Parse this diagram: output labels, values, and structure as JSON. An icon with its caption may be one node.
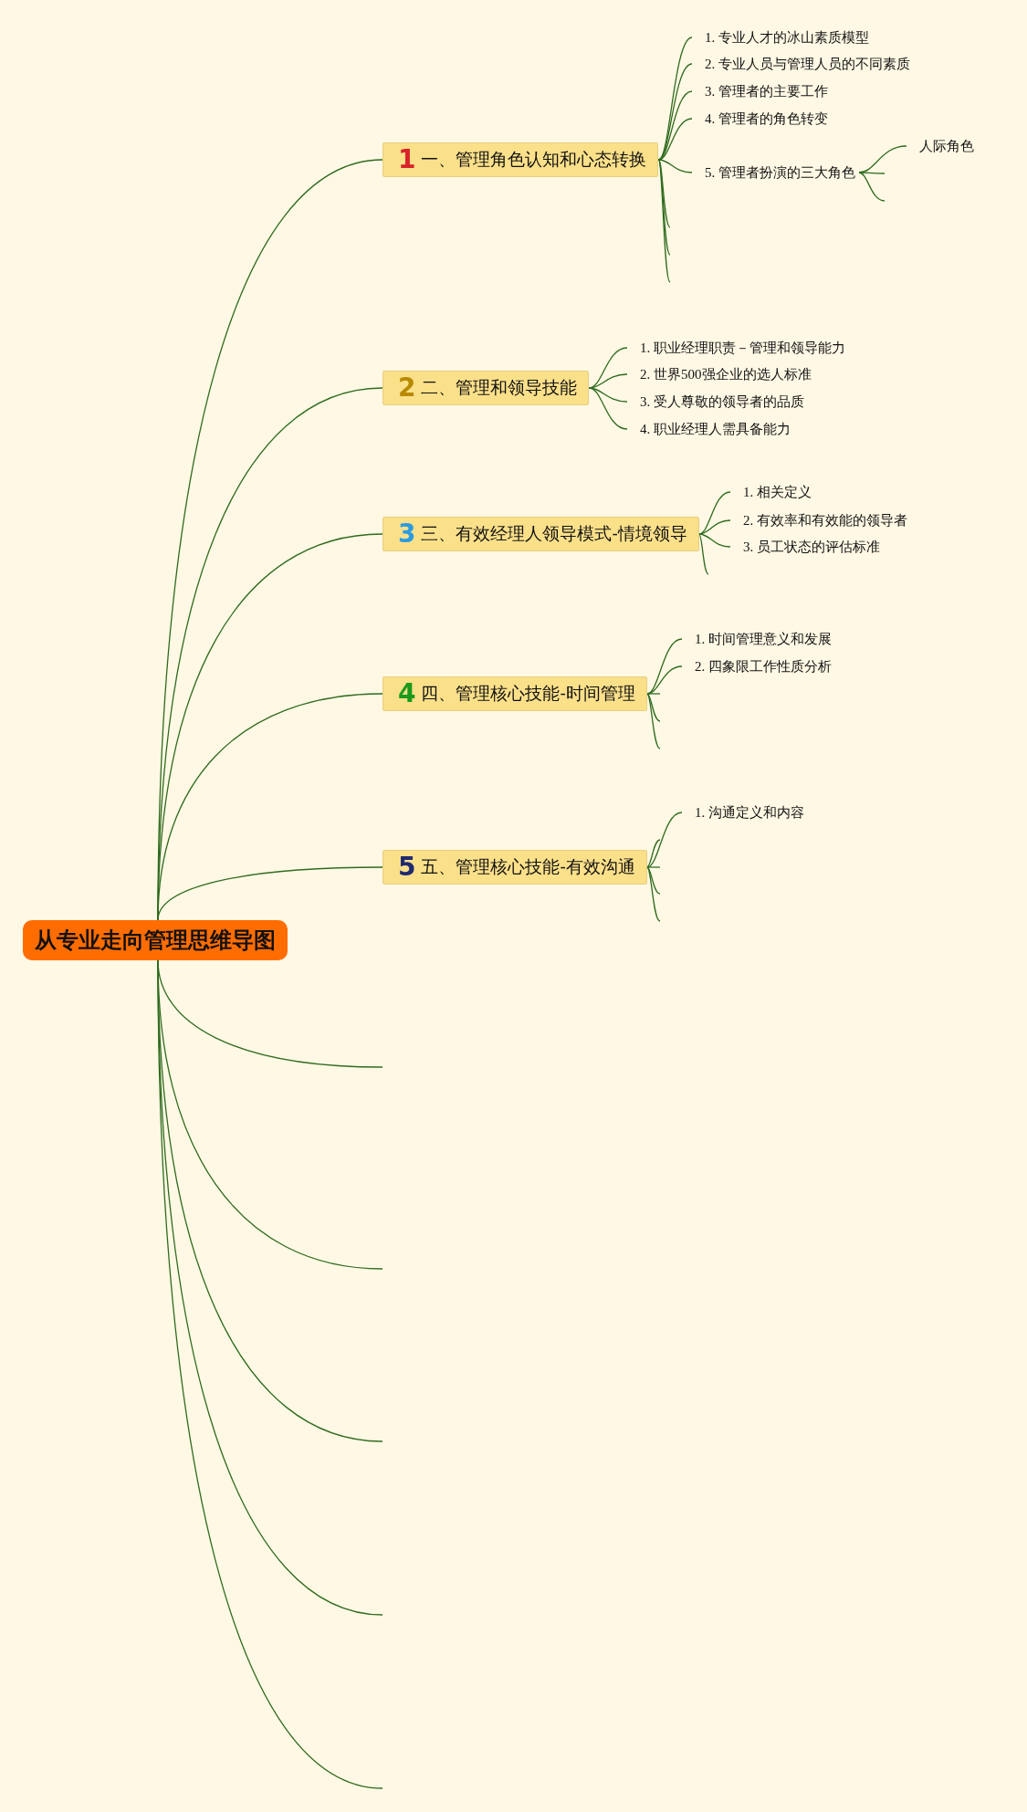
{
  "diagram": {
    "nodes": [
      {
        "text": [
          "从专业走向管理思维导图"
        ]
      },
      {
        "text": [
          "1",
          "一、管理角色认知和心态转换"
        ]
      },
      {
        "text": [
          "1. 专业人才的冰山素质模型"
        ]
      },
      {
        "text": [
          "2. 专业人员与管理人员的不同素质"
        ]
      },
      {
        "text": [
          "3. 管理者的主要工作"
        ]
      },
      {
        "text": [
          "4. 管理者的角色转变"
        ]
      },
      {
        "text": [
          "5. 管理者扮演的三大角色"
        ]
      },
      {
        "text": [
          "人际角色"
        ]
      },
      {
        "text": [
          "2",
          "二、管理和领导技能"
        ]
      },
      {
        "text": [
          "1. 职业经理职责－管理和领导能力"
        ]
      },
      {
        "text": [
          "2. 世界500强企业的选人标准"
        ]
      },
      {
        "text": [
          "3. 受人尊敬的领导者的品质"
        ]
      },
      {
        "text": [
          "4. 职业经理人需具备能力"
        ]
      },
      {
        "text": [
          "3",
          "三、有效经理人领导模式-情境领导"
        ]
      },
      {
        "text": [
          "1. 相关定义"
        ]
      },
      {
        "text": [
          "2. 有效率和有效能的领导者"
        ]
      },
      {
        "text": [
          "3. 员工状态的评估标准"
        ]
      },
      {
        "text": [
          "4",
          "四、管理核心技能-时间管理"
        ]
      },
      {
        "text": [
          "1. 时间管理意义和发展"
        ]
      },
      {
        "text": [
          "2. 四象限工作性质分析"
        ]
      },
      {
        "text": [
          "5",
          "五、管理核心技能-有效沟通"
        ]
      },
      {
        "text": [
          "1. 沟通定义和内容"
        ]
      }
    ],
    "edges": [
      {
        "from": 0,
        "to": 1,
        "arrow": "none"
      },
      {
        "from": 0,
        "to": 8,
        "arrow": "none"
      },
      {
        "from": 0,
        "to": 13,
        "arrow": "none"
      },
      {
        "from": 0,
        "to": 17,
        "arrow": "none"
      },
      {
        "from": 0,
        "to": 20,
        "arrow": "none"
      },
      {
        "from": 0,
        "to": null,
        "arrow": "none"
      },
      {
        "from": 0,
        "to": null,
        "arrow": "none"
      },
      {
        "from": 0,
        "to": null,
        "arrow": "none"
      },
      {
        "from": 0,
        "to": null,
        "arrow": "none"
      },
      {
        "from": 0,
        "to": null,
        "arrow": "none"
      },
      {
        "from": 1,
        "to": 2,
        "arrow": "none"
      },
      {
        "from": 1,
        "to": 3,
        "arrow": "none"
      },
      {
        "from": 1,
        "to": 4,
        "arrow": "none"
      },
      {
        "from": 1,
        "to": 5,
        "arrow": "none"
      },
      {
        "from": 1,
        "to": 6,
        "arrow": "none"
      },
      {
        "from": 1,
        "to": null,
        "arrow": "none"
      },
      {
        "from": 1,
        "to": null,
        "arrow": "none"
      },
      {
        "from": 1,
        "to": null,
        "arrow": "none"
      },
      {
        "from": 6,
        "to": 7,
        "arrow": "none"
      },
      {
        "from": 6,
        "to": null,
        "arrow": "none"
      },
      {
        "from": 6,
        "to": null,
        "arrow": "none"
      },
      {
        "from": 8,
        "to": 9,
        "arrow": "none"
      },
      {
        "from": 8,
        "to": 10,
        "arrow": "none"
      },
      {
        "from": 8,
        "to": 11,
        "arrow": "none"
      },
      {
        "from": 8,
        "to": 12,
        "arrow": "none"
      },
      {
        "from": 13,
        "to": 14,
        "arrow": "none"
      },
      {
        "from": 13,
        "to": 15,
        "arrow": "none"
      },
      {
        "from": 13,
        "to": 16,
        "arrow": "none"
      },
      {
        "from": 13,
        "to": null,
        "arrow": "none"
      },
      {
        "from": 17,
        "to": 18,
        "arrow": "none"
      },
      {
        "from": 17,
        "to": 19,
        "arrow": "none"
      },
      {
        "from": 17,
        "to": null,
        "arrow": "none"
      },
      {
        "from": 17,
        "to": null,
        "arrow": "none"
      },
      {
        "from": 17,
        "to": null,
        "arrow": "none"
      },
      {
        "from": 20,
        "to": 21,
        "arrow": "none"
      },
      {
        "from": 20,
        "to": null,
        "arrow": "none"
      },
      {
        "from": 20,
        "to": null,
        "arrow": "none"
      },
      {
        "from": 20,
        "to": null,
        "arrow": "none"
      },
      {
        "from": 20,
        "to": null,
        "arrow": "none"
      }
    ]
  }
}
